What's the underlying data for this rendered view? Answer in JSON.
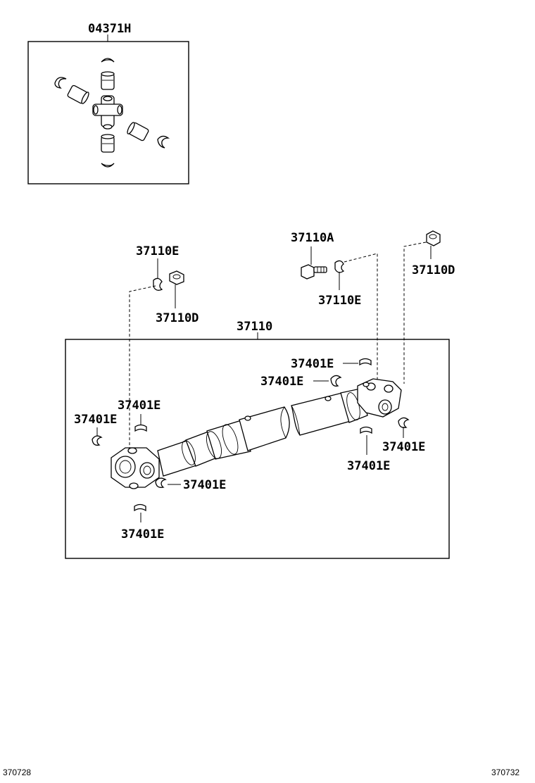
{
  "labels": {
    "kit_box": "04371H",
    "main_box": "37110",
    "bolt": "37110A",
    "washer_left": "37110E",
    "washer_right": "37110E",
    "nut_left": "37110D",
    "nut_right": "37110D",
    "clip_top_center": "37401E",
    "clip_mid_center": "37401E",
    "clip_left_upper": "37401E",
    "clip_left_outer": "37401E",
    "clip_front_lower": "37401E",
    "clip_bottom_left": "37401E",
    "clip_right_outer": "37401E",
    "clip_right_lower": "37401E"
  },
  "footer": {
    "left_code": "370728",
    "right_code": "370732"
  }
}
